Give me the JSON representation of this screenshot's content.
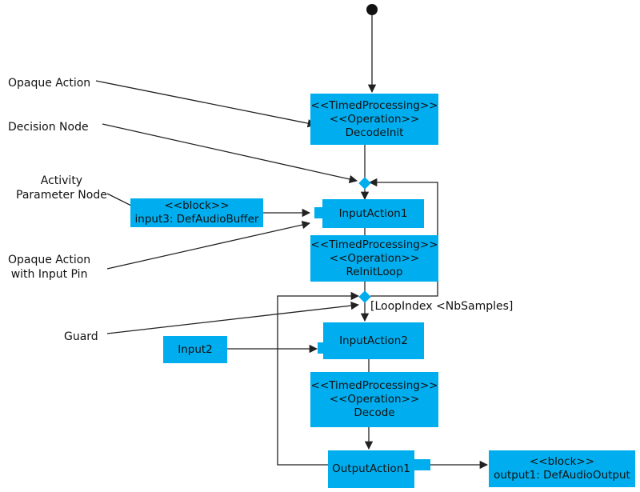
{
  "annotations": {
    "opaque_action": "Opaque Action",
    "decision_node": "Decision Node",
    "activity_parameter_node": [
      "Activity",
      "Parameter Node"
    ],
    "opaque_action_input_pin": [
      "Opaque Action",
      "with Input Pin"
    ],
    "guard": "Guard"
  },
  "nodes": {
    "decode_init": [
      "<<TimedProcessing>>",
      "<<Operation>>",
      "DecodeInit"
    ],
    "input3": [
      "<<block>>",
      "input3: DefAudioBuffer"
    ],
    "input_action1": "InputAction1",
    "reinit_loop": [
      "<<TimedProcessing>>",
      "<<Operation>>",
      "ReInitLoop"
    ],
    "guard_text": "[LoopIndex <NbSamples]",
    "input2": "Input2",
    "input_action2": "InputAction2",
    "decode": [
      "<<TimedProcessing>>",
      "<<Operation>>",
      "Decode"
    ],
    "output_action1": "OutputAction1",
    "output1": [
      "<<block>>",
      "output1: DefAudioOutput"
    ]
  },
  "colors": {
    "node_fill": "#00aeef",
    "line": "#222222"
  }
}
